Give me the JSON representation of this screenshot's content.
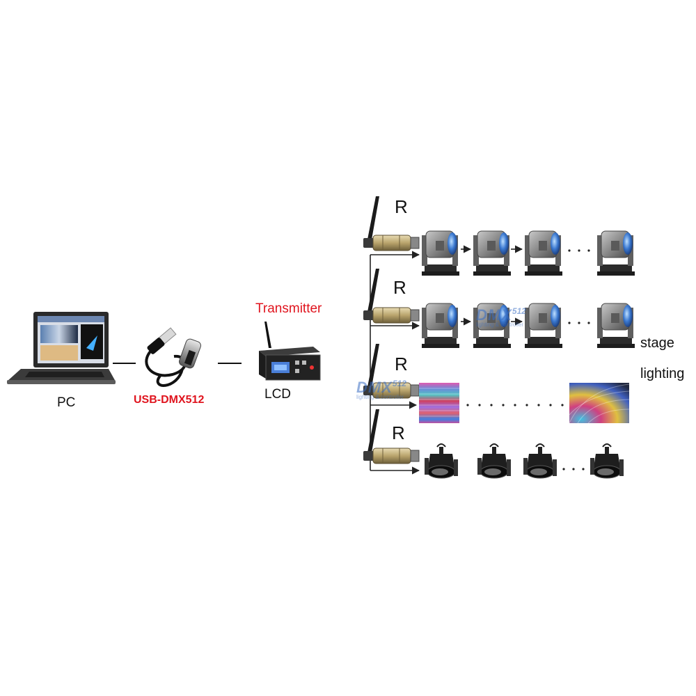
{
  "labels": {
    "pc": "PC",
    "usb_dmx": "USB-DMX512",
    "transmitter": "Transmitter",
    "lcd": "LCD",
    "receiver": "R",
    "stage": "stage",
    "lighting": "lighting"
  },
  "watermark": {
    "brand": "DMX",
    "brand_sup": "512",
    "tagline": "lighting & controller"
  },
  "rows": [
    {
      "receiver_label": "R",
      "fixture": "moving-head-light-icon",
      "count_shown": 4
    },
    {
      "receiver_label": "R",
      "fixture": "moving-head-light-icon",
      "count_shown": 4
    },
    {
      "receiver_label": "R",
      "fixture": "led-panel-icon",
      "count_shown": 2
    },
    {
      "receiver_label": "R",
      "fixture": "par-can-light-icon",
      "count_shown": 4
    }
  ],
  "colors": {
    "label_red": "#e0141e",
    "line": "#222222",
    "beam_blue": "#3a78d0"
  }
}
